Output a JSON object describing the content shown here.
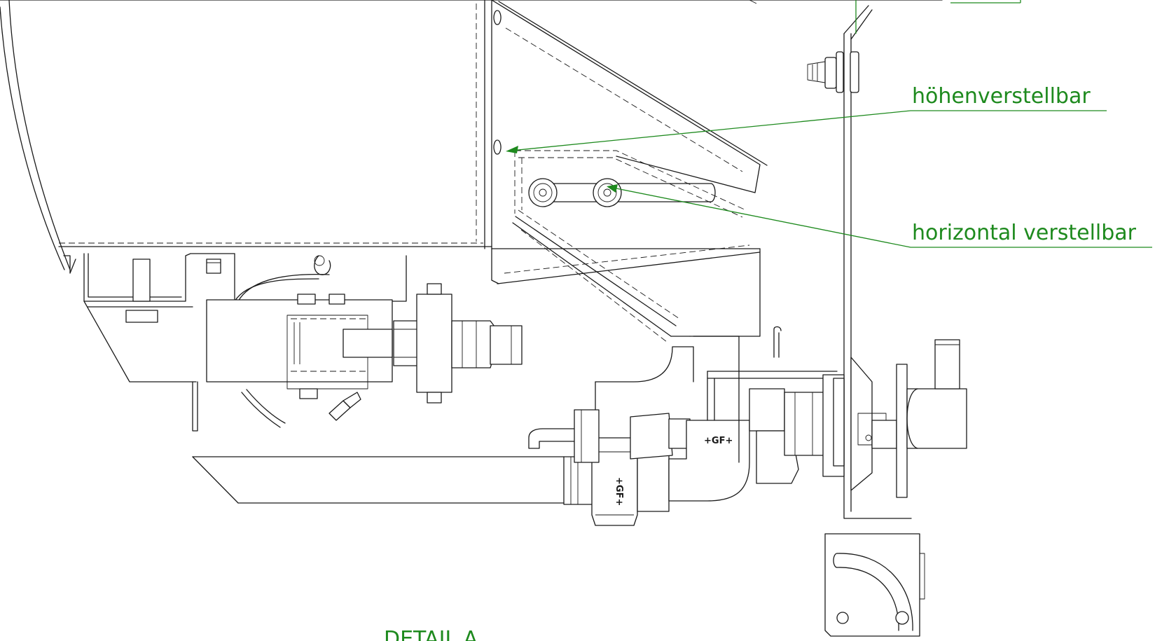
{
  "annotations": {
    "height_adjustable": "höhenverstellbar",
    "horizontal_adjustable": "horizontal verstellbar"
  },
  "detail_title": "DETAIL A",
  "part_marks": {
    "union_mark": "+GF+",
    "elbow_mark": "+GF+"
  },
  "colors": {
    "annotation": "#1e8a1e",
    "drawing_line": "#1a1a1a",
    "background": "#ffffff"
  }
}
